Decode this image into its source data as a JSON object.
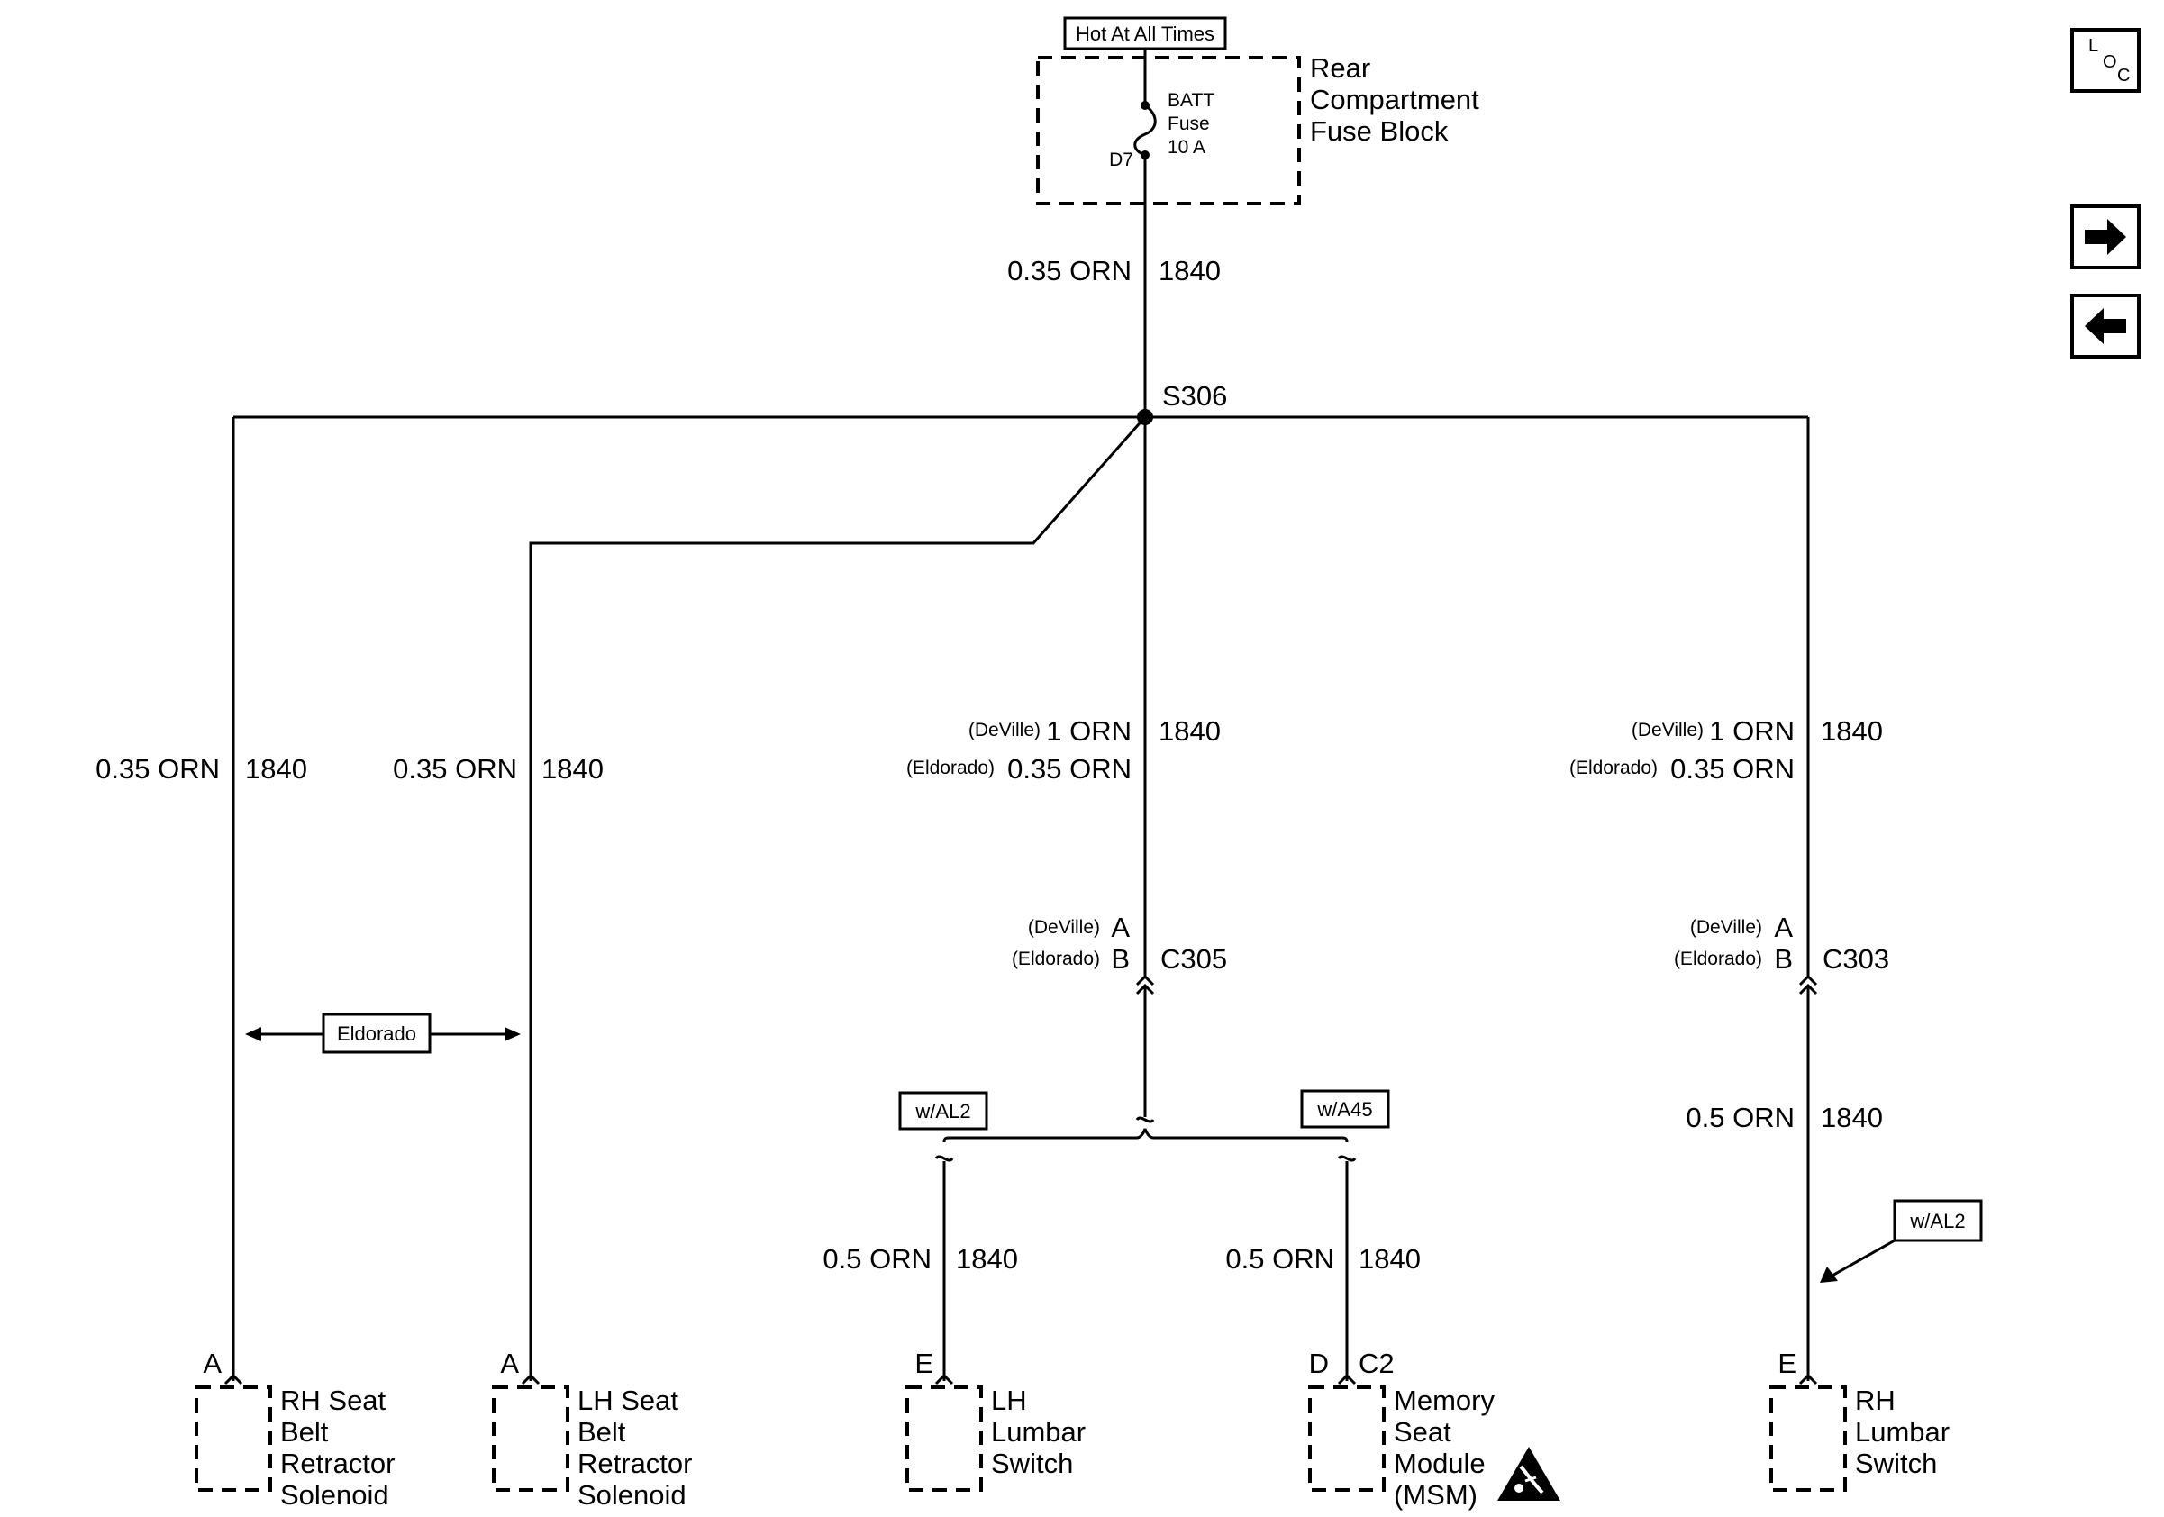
{
  "power": {
    "hot_label": "Hot At All Times",
    "fuse_block": [
      "Rear",
      "Compartment",
      "Fuse Block"
    ],
    "fuse_name": [
      "BATT",
      "Fuse",
      "10 A"
    ],
    "fuse_terminal": "D7"
  },
  "main_wire": {
    "size": "0.35 ORN",
    "circuit": "1840"
  },
  "splice": "S306",
  "rh_belt_branch": {
    "size": "0.35 ORN",
    "circuit": "1840",
    "pin": "A",
    "component": [
      "RH Seat",
      "Belt",
      "Retractor",
      "Solenoid"
    ]
  },
  "lh_belt_branch": {
    "size": "0.35 ORN",
    "circuit": "1840",
    "pin": "A",
    "component": [
      "LH Seat",
      "Belt",
      "Retractor",
      "Solenoid"
    ]
  },
  "eldorado_option": "Eldorado",
  "center_branch": {
    "deville_tag": "(DeVille)",
    "deville_size": "1 ORN",
    "circuit": "1840",
    "eldorado_tag": "(Eldorado)",
    "eldorado_size": "0.35 ORN",
    "deville_pin": "A",
    "eldorado_pin": "B",
    "connector": "C305"
  },
  "right_branch": {
    "deville_tag": "(DeVille)",
    "deville_size": "1 ORN",
    "circuit": "1840",
    "eldorado_tag": "(Eldorado)",
    "eldorado_size": "0.35 ORN",
    "deville_pin": "A",
    "eldorado_pin": "B",
    "connector": "C303",
    "lower_size": "0.5 ORN",
    "lower_circuit": "1840",
    "option": "w/AL2",
    "pin": "E",
    "component": [
      "RH",
      "Lumbar",
      "Switch"
    ]
  },
  "options": {
    "al2": "w/AL2",
    "a45": "w/A45"
  },
  "lh_lumbar": {
    "size": "0.5 ORN",
    "circuit": "1840",
    "pin": "E",
    "component": [
      "LH",
      "Lumbar",
      "Switch"
    ]
  },
  "msm": {
    "size": "0.5 ORN",
    "circuit": "1840",
    "pin": "D",
    "connector": "C2",
    "component": [
      "Memory",
      "Seat",
      "Module",
      "(MSM)"
    ]
  },
  "nav": {
    "loc_icon": "loc-icon",
    "next_icon": "arrow-right-icon",
    "prev_icon": "arrow-left-icon"
  }
}
